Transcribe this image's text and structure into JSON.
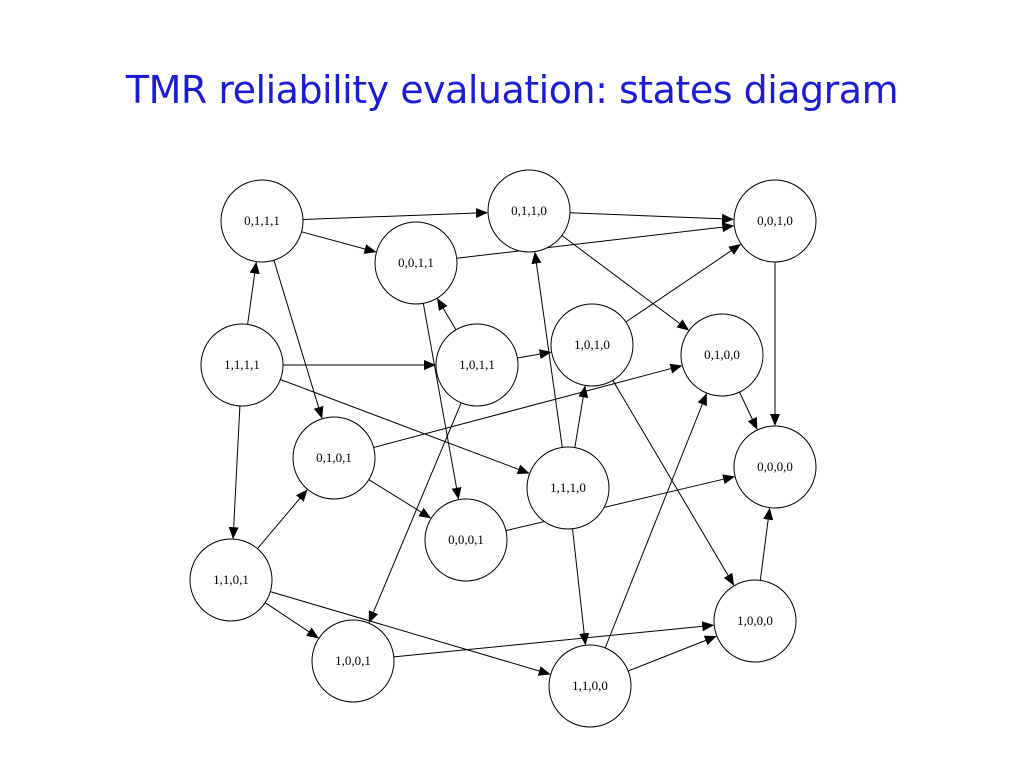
{
  "slide": {
    "title": "TMR reliability evaluation: states diagram"
  },
  "diagram": {
    "nodes": [
      {
        "id": "0111",
        "label": "0,1,1,1"
      },
      {
        "id": "0110",
        "label": "0,1,1,0"
      },
      {
        "id": "0010",
        "label": "0,0,1,0"
      },
      {
        "id": "0011",
        "label": "0,0,1,1"
      },
      {
        "id": "1111",
        "label": "1,1,1,1"
      },
      {
        "id": "1011",
        "label": "1,0,1,1"
      },
      {
        "id": "1010",
        "label": "1,0,1,0"
      },
      {
        "id": "0100",
        "label": "0,1,0,0"
      },
      {
        "id": "0101",
        "label": "0,1,0,1"
      },
      {
        "id": "1110",
        "label": "1,1,1,0"
      },
      {
        "id": "0000",
        "label": "0,0,0,0"
      },
      {
        "id": "0001",
        "label": "0,0,0,1"
      },
      {
        "id": "1101",
        "label": "1,1,0,1"
      },
      {
        "id": "1000",
        "label": "1,0,0,0"
      },
      {
        "id": "1001",
        "label": "1,0,0,1"
      },
      {
        "id": "1100",
        "label": "1,1,0,0"
      }
    ],
    "edges": [
      {
        "from": "0111",
        "to": "0110"
      },
      {
        "from": "0111",
        "to": "0011"
      },
      {
        "from": "0111",
        "to": "0101"
      },
      {
        "from": "0110",
        "to": "0010"
      },
      {
        "from": "0110",
        "to": "0100"
      },
      {
        "from": "0011",
        "to": "0010"
      },
      {
        "from": "0011",
        "to": "0001"
      },
      {
        "from": "0010",
        "to": "0000"
      },
      {
        "from": "1111",
        "to": "0111"
      },
      {
        "from": "1111",
        "to": "1011"
      },
      {
        "from": "1111",
        "to": "1101"
      },
      {
        "from": "1111",
        "to": "1110"
      },
      {
        "from": "1011",
        "to": "0011"
      },
      {
        "from": "1011",
        "to": "1010"
      },
      {
        "from": "1011",
        "to": "1001"
      },
      {
        "from": "1010",
        "to": "0010"
      },
      {
        "from": "1010",
        "to": "1000"
      },
      {
        "from": "0100",
        "to": "0000"
      },
      {
        "from": "0101",
        "to": "0100"
      },
      {
        "from": "0101",
        "to": "0001"
      },
      {
        "from": "1110",
        "to": "0110"
      },
      {
        "from": "1110",
        "to": "1010"
      },
      {
        "from": "1110",
        "to": "1100"
      },
      {
        "from": "0001",
        "to": "0000"
      },
      {
        "from": "1101",
        "to": "0101"
      },
      {
        "from": "1101",
        "to": "1001"
      },
      {
        "from": "1101",
        "to": "1100"
      },
      {
        "from": "1001",
        "to": "1000"
      },
      {
        "from": "1100",
        "to": "1000"
      },
      {
        "from": "1100",
        "to": "0100"
      },
      {
        "from": "1000",
        "to": "0000"
      }
    ]
  }
}
